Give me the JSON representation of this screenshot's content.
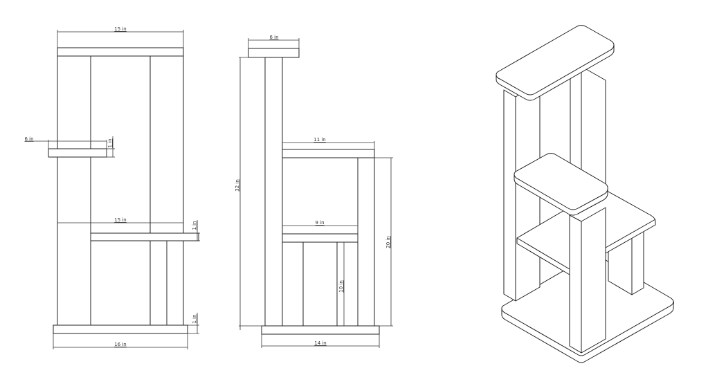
{
  "front_view": {
    "top_width": "15 in",
    "small_shelf_width": "6 in",
    "small_shelf_thickness": "1 in",
    "middle_width": "15 in",
    "middle_thickness": "1 in",
    "base_thickness": "1 in",
    "base_width": "16 in"
  },
  "side_view": {
    "top_width": "6 in",
    "total_height": "32 in",
    "upper_shelf_width": "11 in",
    "lower_shelf_width": "9 in",
    "shelf_height": "20 in",
    "leg_height": "10 in",
    "base_width": "14 in"
  }
}
